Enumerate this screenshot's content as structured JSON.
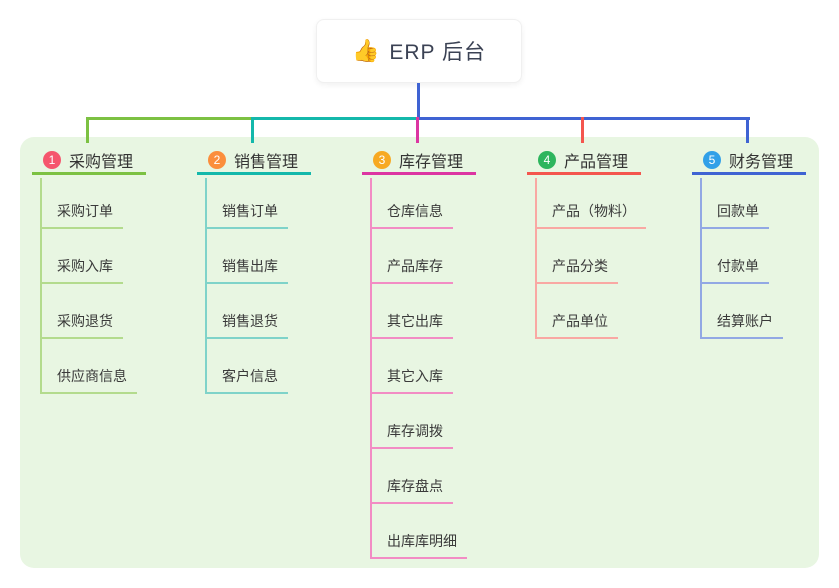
{
  "root": {
    "icon_name": "thumbs-up-icon",
    "icon_glyph": "👍",
    "label": "ERP 后台"
  },
  "branches": [
    {
      "num": "1",
      "title": "采购管理",
      "badge_color": "#f5566d",
      "line_color": "#7cc142",
      "child_line_color": "#b3db8d",
      "children": [
        "采购订单",
        "采购入库",
        "采购退货",
        "供应商信息"
      ]
    },
    {
      "num": "2",
      "title": "销售管理",
      "badge_color": "#fb8e3c",
      "line_color": "#14b8ab",
      "child_line_color": "#7fd3c9",
      "children": [
        "销售订单",
        "销售出库",
        "销售退货",
        "客户信息"
      ]
    },
    {
      "num": "3",
      "title": "库存管理",
      "badge_color": "#f7a922",
      "line_color": "#dc35a2",
      "child_line_color": "#f28cc4",
      "children": [
        "仓库信息",
        "产品库存",
        "其它出库",
        "其它入库",
        "库存调拨",
        "库存盘点",
        "出库库明细"
      ]
    },
    {
      "num": "4",
      "title": "产品管理",
      "badge_color": "#2db55d",
      "line_color": "#f4564e",
      "child_line_color": "#f9a8a3",
      "children": [
        "产品（物料）",
        "产品分类",
        "产品单位"
      ]
    },
    {
      "num": "5",
      "title": "财务管理",
      "badge_color": "#31a0e8",
      "line_color": "#3f63d3",
      "child_line_color": "#92a8e4",
      "children": [
        "回款单",
        "付款单",
        "结算账户"
      ]
    }
  ],
  "colors": {
    "canvas_bg": "#ffffff",
    "panel_bg": "#e8f6e2",
    "root_connector": "#3f63d3",
    "root_text": "#3b4254",
    "title_text": "#333333",
    "child_text": "#3a3a3a"
  }
}
